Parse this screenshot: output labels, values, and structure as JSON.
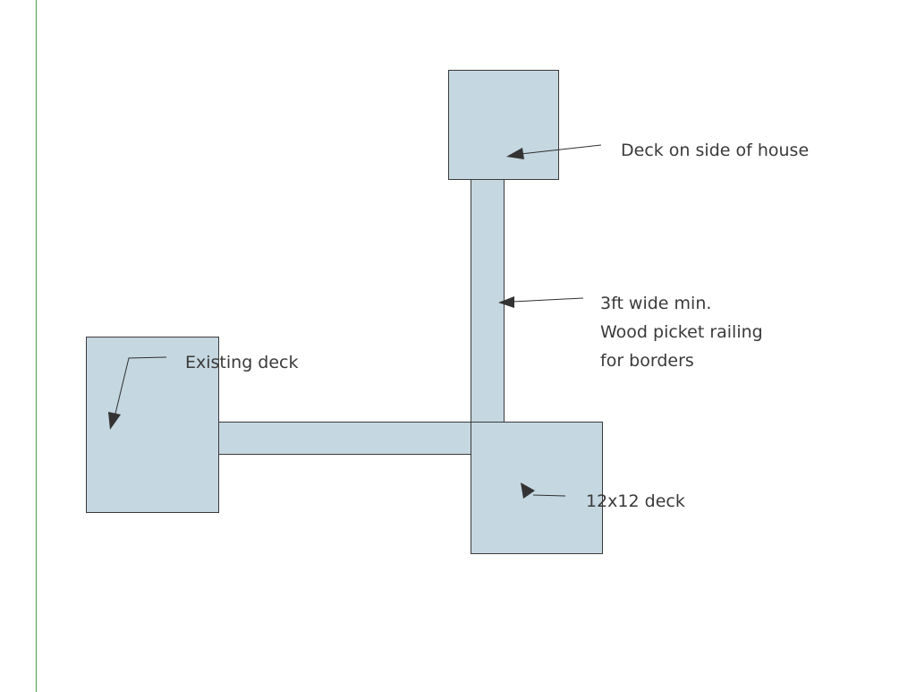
{
  "labels": {
    "deck_side": "Deck on side of house",
    "width_line1": "3ft wide min.",
    "width_line2": "Wood picket railing",
    "width_line3": "for borders",
    "existing": "Existing deck",
    "twelve": "12x12 deck"
  },
  "colors": {
    "deck_fill": "#c5d7e1",
    "outline": "#3b3b3b",
    "margin_line": "#5aa25a",
    "text": "#3a3a3a"
  }
}
